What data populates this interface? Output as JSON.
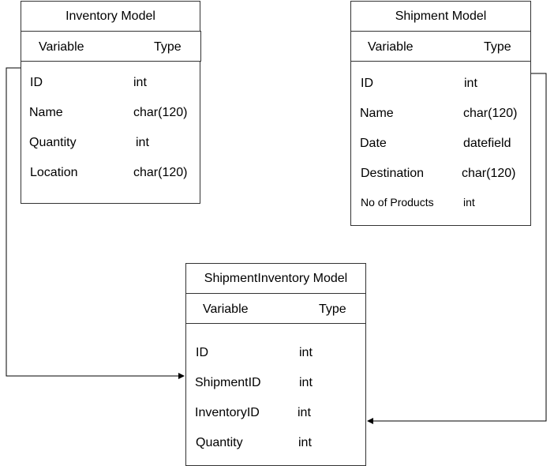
{
  "inventory": {
    "title": "Inventory Model",
    "col_variable": "Variable",
    "col_type": "Type",
    "rows": [
      {
        "name": "ID",
        "type": "int"
      },
      {
        "name": "Name",
        "type": "char(120)"
      },
      {
        "name": "Quantity",
        "type": "int"
      },
      {
        "name": "Location",
        "type": "char(120)"
      }
    ]
  },
  "shipment": {
    "title": "Shipment Model",
    "col_variable": "Variable",
    "col_type": "Type",
    "rows": [
      {
        "name": "ID",
        "type": "int"
      },
      {
        "name": "Name",
        "type": "char(120)"
      },
      {
        "name": "Date",
        "type": "datefield"
      },
      {
        "name": "Destination",
        "type": "char(120)"
      },
      {
        "name": "No of Products",
        "type": "int"
      }
    ]
  },
  "shipment_inventory": {
    "title": "ShipmentInventory Model",
    "col_variable": "Variable",
    "col_type": "Type",
    "rows": [
      {
        "name": "ID",
        "type": "int"
      },
      {
        "name": "ShipmentID",
        "type": "int"
      },
      {
        "name": "InventoryID",
        "type": "int"
      },
      {
        "name": "Quantity",
        "type": "int"
      }
    ]
  },
  "colors": {
    "border": "#333333",
    "line": "#000000",
    "background": "#ffffff"
  }
}
